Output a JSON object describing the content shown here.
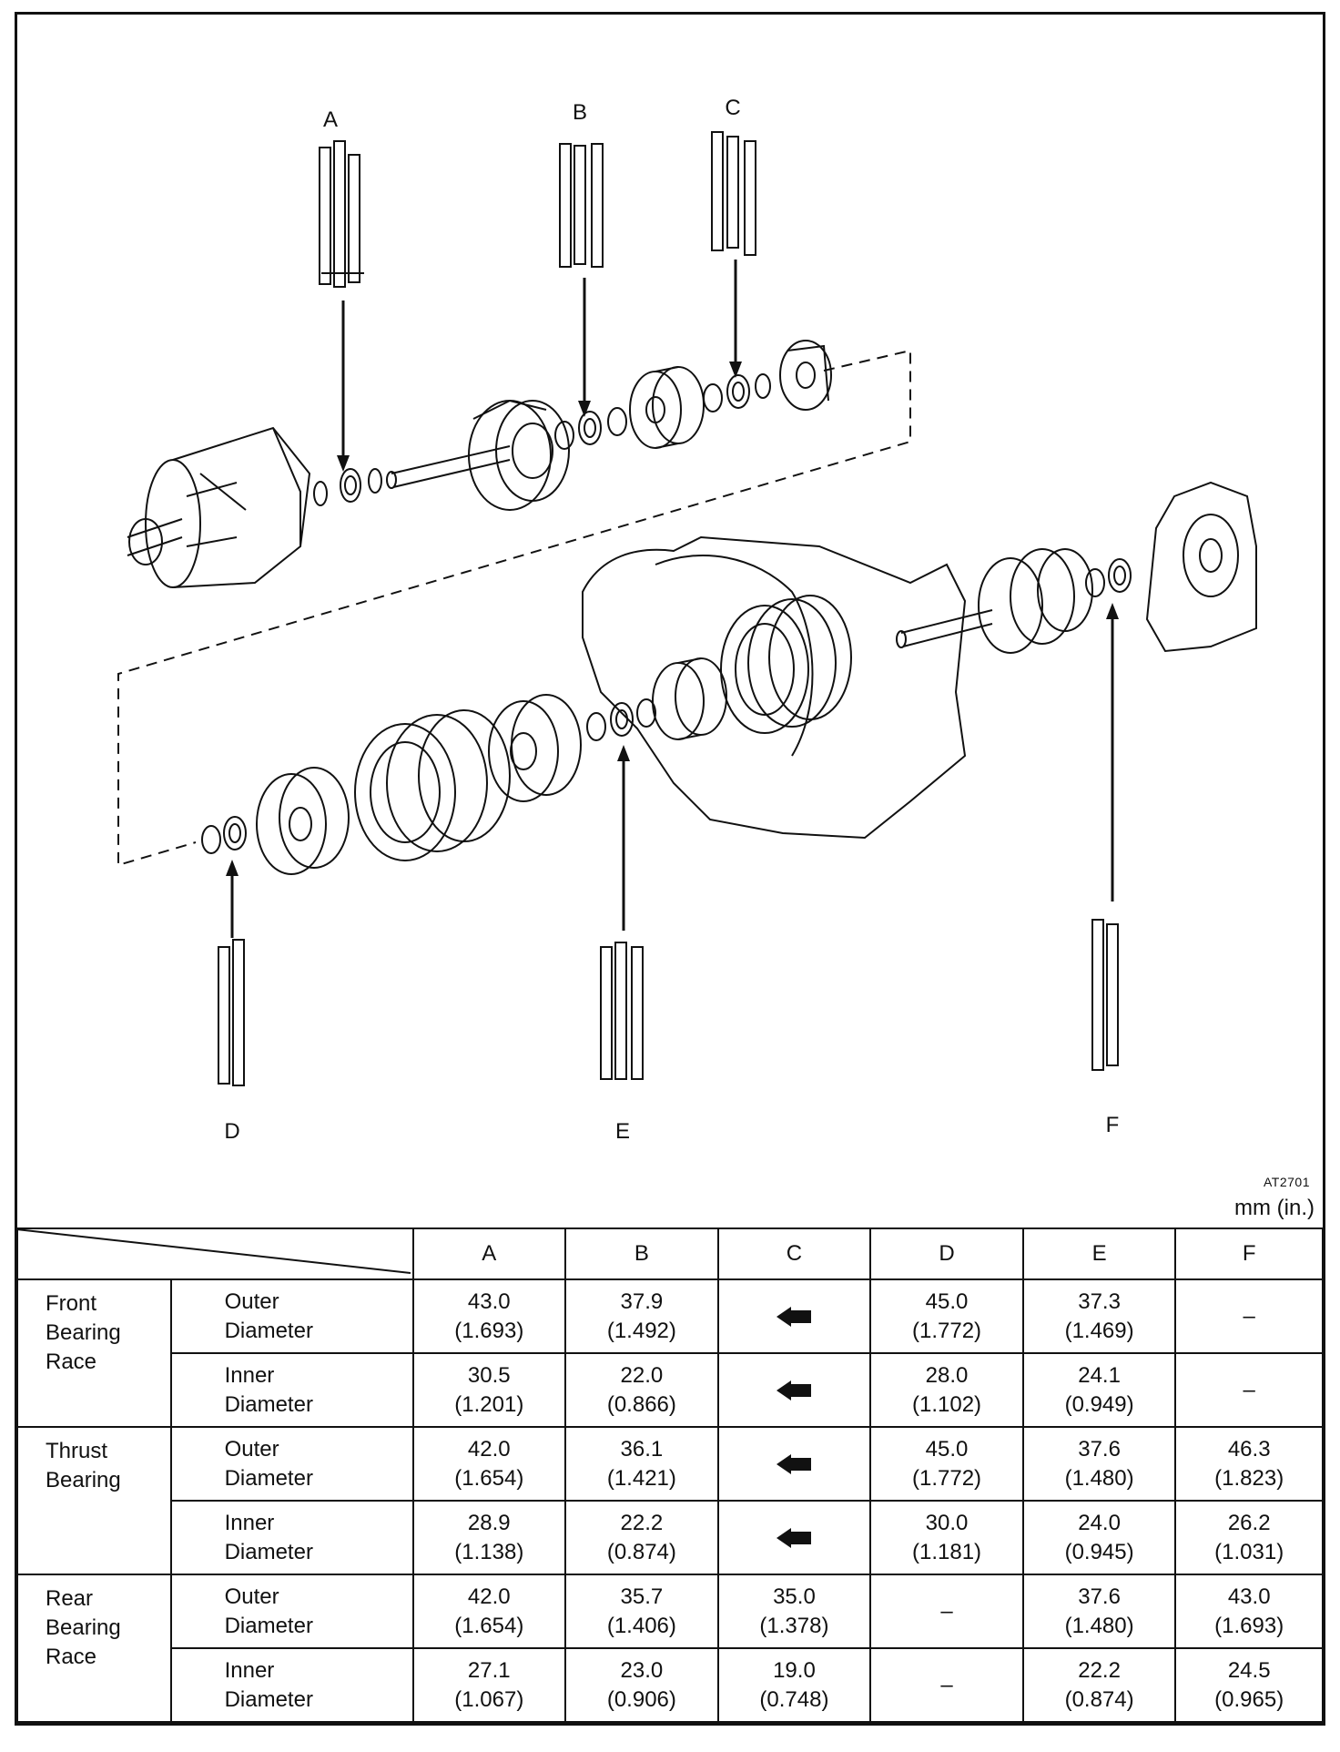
{
  "figure": {
    "labels": [
      "A",
      "B",
      "C",
      "D",
      "E",
      "F"
    ],
    "code": "AT2701",
    "unit": "mm (in.)"
  },
  "table": {
    "columns": [
      "A",
      "B",
      "C",
      "D",
      "E",
      "F"
    ],
    "groups": [
      {
        "name": "Front Bearing Race",
        "rows": [
          {
            "sub": "Outer Diameter",
            "cells": [
              [
                "43.0",
                "(1.693)"
              ],
              [
                "37.9",
                "(1.492)"
              ],
              "arrow",
              [
                "45.0",
                "(1.772)"
              ],
              [
                "37.3",
                "(1.469)"
              ],
              [
                "–"
              ]
            ]
          },
          {
            "sub": "Inner Diameter",
            "cells": [
              [
                "30.5",
                "(1.201)"
              ],
              [
                "22.0",
                "(0.866)"
              ],
              "arrow",
              [
                "28.0",
                "(1.102)"
              ],
              [
                "24.1",
                "(0.949)"
              ],
              [
                "–"
              ]
            ]
          }
        ]
      },
      {
        "name": "Thrust Bearing",
        "rows": [
          {
            "sub": "Outer Diameter",
            "cells": [
              [
                "42.0",
                "(1.654)"
              ],
              [
                "36.1",
                "(1.421)"
              ],
              "arrow",
              [
                "45.0",
                "(1.772)"
              ],
              [
                "37.6",
                "(1.480)"
              ],
              [
                "46.3",
                "(1.823)"
              ]
            ]
          },
          {
            "sub": "Inner Diameter",
            "cells": [
              [
                "28.9",
                "(1.138)"
              ],
              [
                "22.2",
                "(0.874)"
              ],
              "arrow",
              [
                "30.0",
                "(1.181)"
              ],
              [
                "24.0",
                "(0.945)"
              ],
              [
                "26.2",
                "(1.031)"
              ]
            ]
          }
        ]
      },
      {
        "name": "Rear Bearing Race",
        "rows": [
          {
            "sub": "Outer Diameter",
            "cells": [
              [
                "42.0",
                "(1.654)"
              ],
              [
                "35.7",
                "(1.406)"
              ],
              [
                "35.0",
                "(1.378)"
              ],
              [
                "–"
              ],
              [
                "37.6",
                "(1.480)"
              ],
              [
                "43.0",
                "(1.693)"
              ]
            ]
          },
          {
            "sub": "Inner Diameter",
            "cells": [
              [
                "27.1",
                "(1.067)"
              ],
              [
                "23.0",
                "(0.906)"
              ],
              [
                "19.0",
                "(0.748)"
              ],
              [
                "–"
              ],
              [
                "22.2",
                "(0.874)"
              ],
              [
                "24.5",
                "(0.965)"
              ]
            ]
          }
        ]
      }
    ]
  }
}
